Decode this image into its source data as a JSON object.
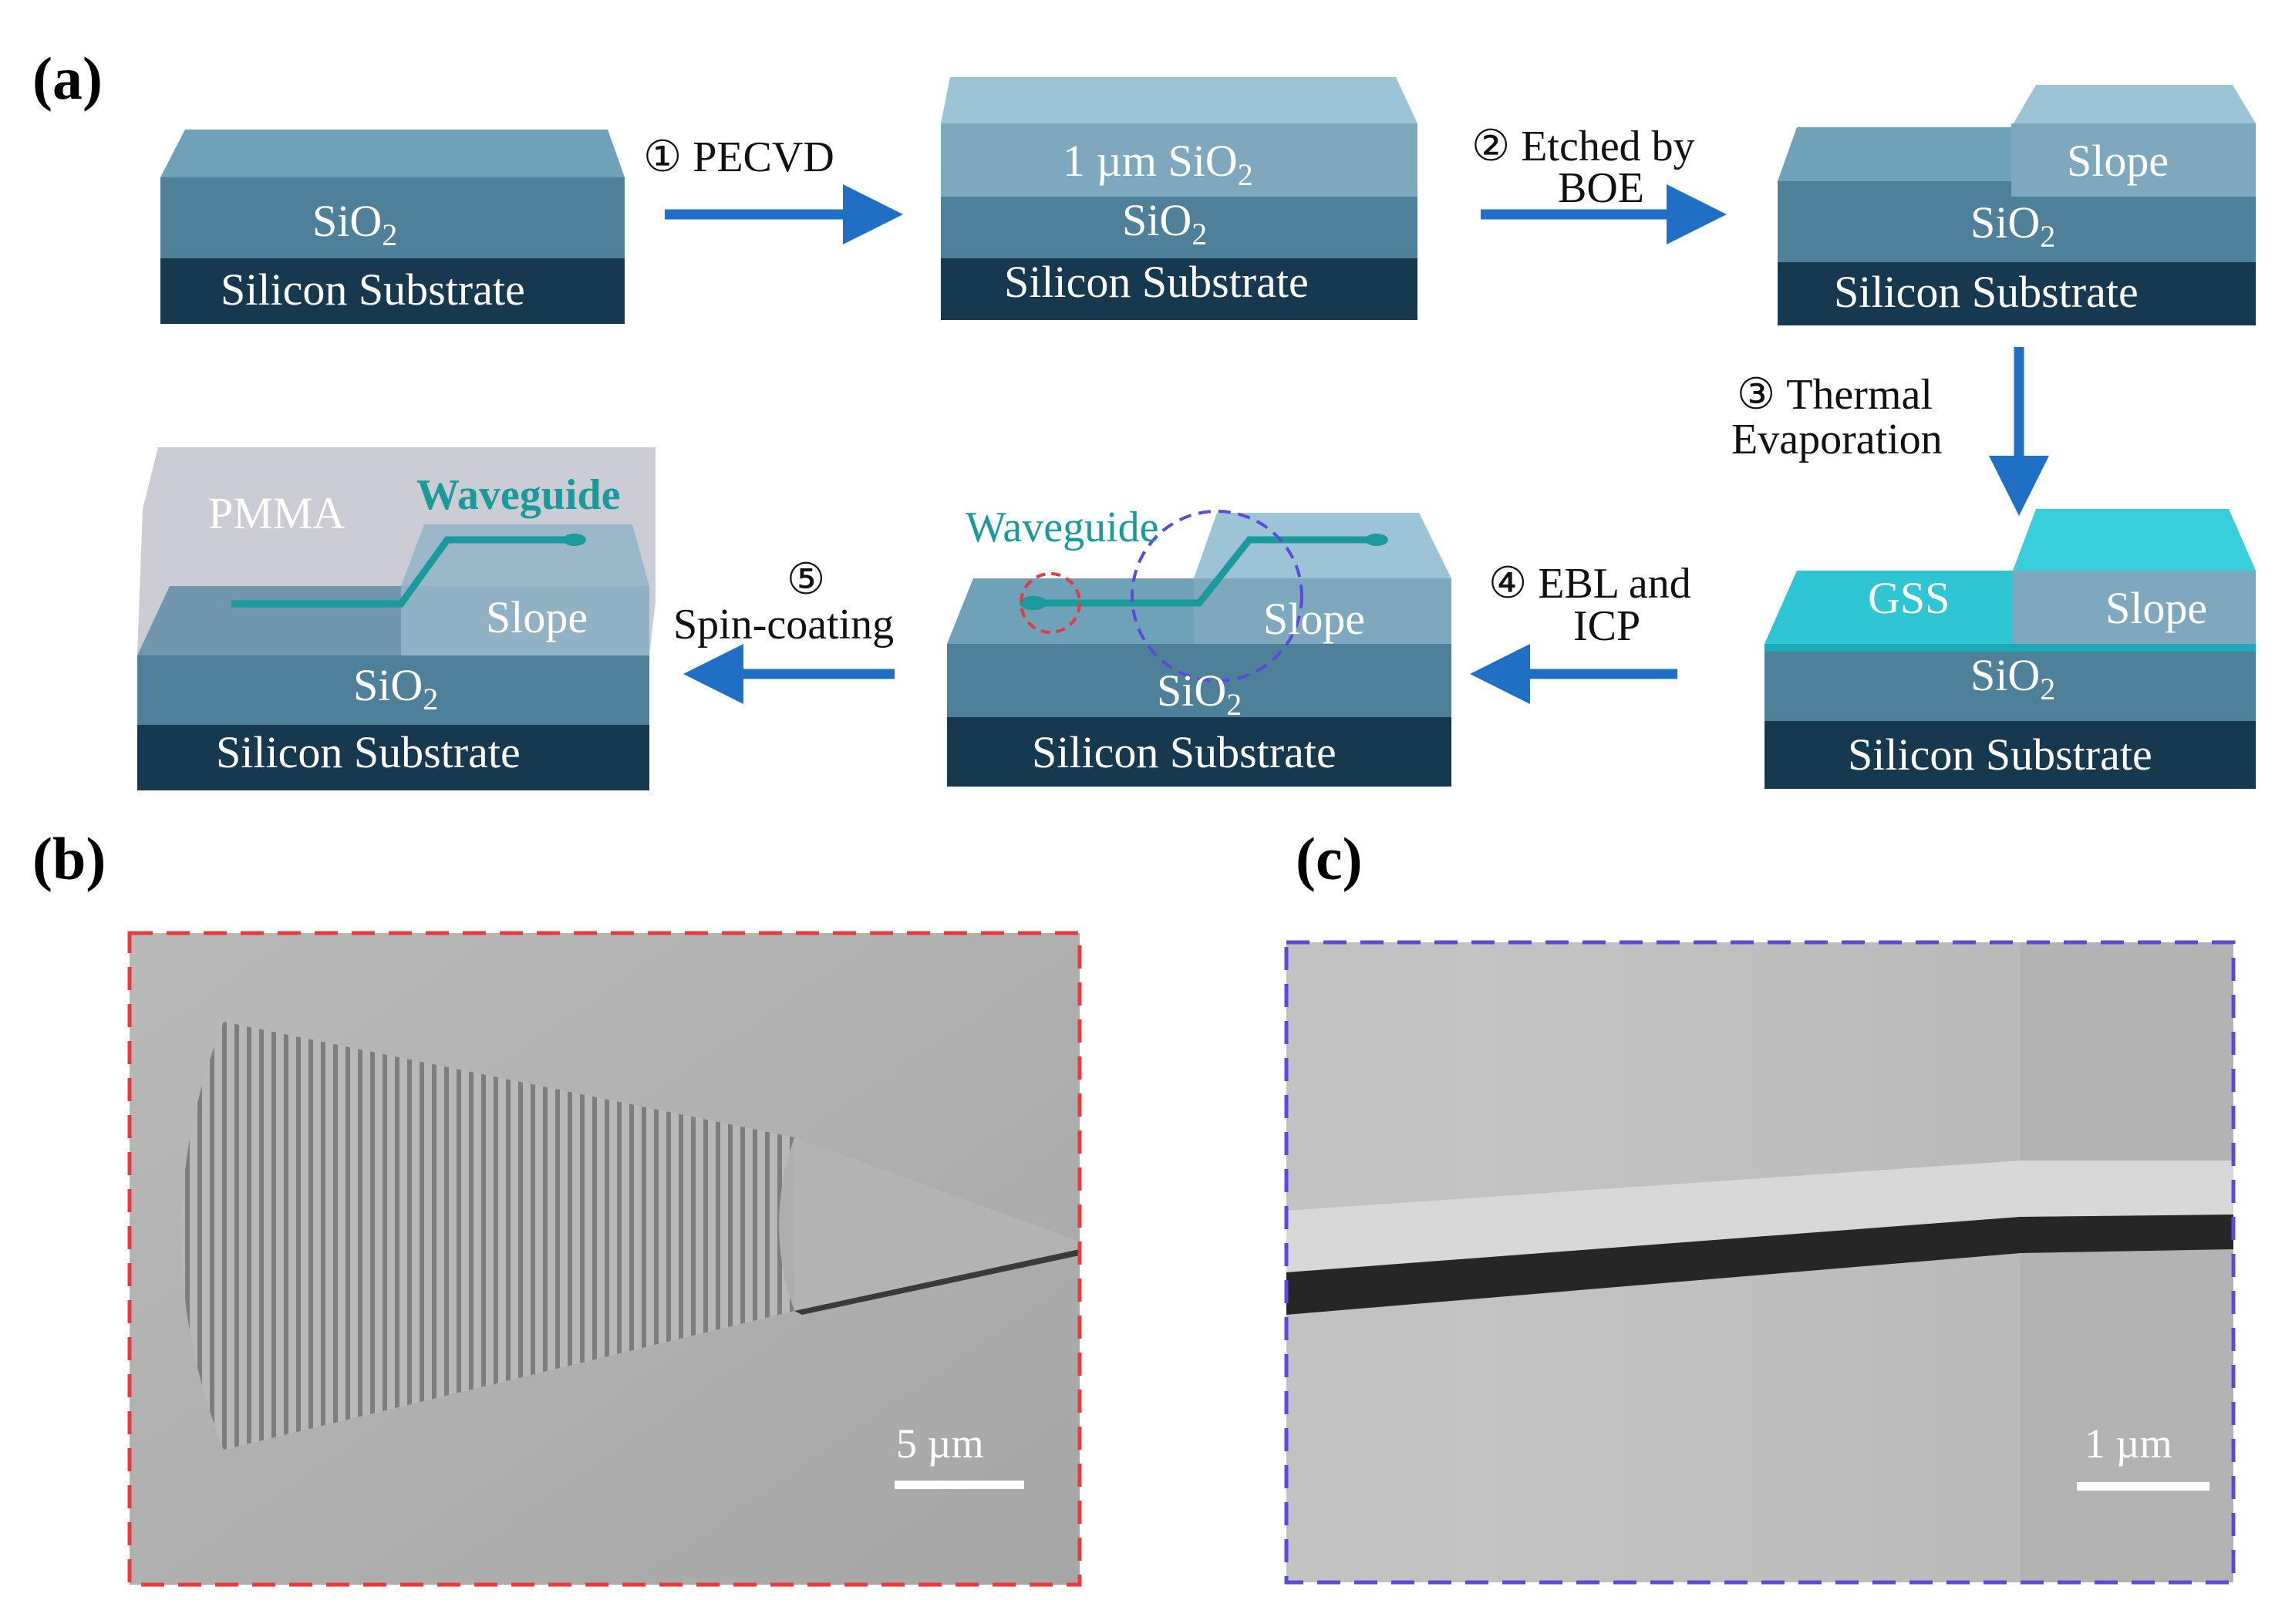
{
  "panels": {
    "a": "(a)",
    "b": "(b)",
    "c": "(c)"
  },
  "layers": {
    "silicon": "Silicon Substrate",
    "sio2_prefix": "SiO",
    "sio2_sub": "2",
    "sio2_1um_prefix": "1 µm SiO",
    "slope": "Slope",
    "gss": "GSS",
    "pmma": "PMMA",
    "waveguide": "Waveguide"
  },
  "steps": {
    "s1_num": "①",
    "s1": "PECVD",
    "s2_num": "②",
    "s2_line1": "Etched by",
    "s2_line2": "BOE",
    "s3_num": "③",
    "s3_line1": "Thermal",
    "s3_line2": "Evaporation",
    "s4_num": "④",
    "s4_line1": "EBL and",
    "s4_line2": "ICP",
    "s5_num": "⑤",
    "s5_line2": "Spin-coating"
  },
  "scalebars": {
    "b": "5 µm",
    "c": "1 µm"
  },
  "colors": {
    "silicon": "#17394f",
    "sio2": "#4a7c96",
    "top_sio2": "#5f93aa",
    "upper_sio2": "#7fabc1",
    "gss": "#2ec5d4",
    "arrow": "#1f6fc4",
    "waveguide": "#1a9a9a",
    "red_dash": "#e8393c",
    "blue_dash": "#5a4bd8"
  }
}
